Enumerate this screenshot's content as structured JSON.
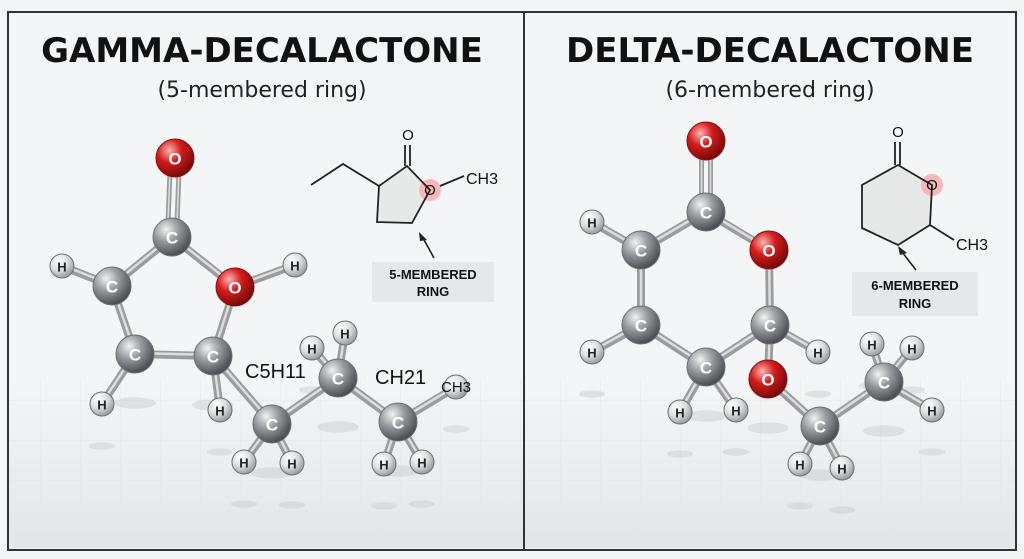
{
  "left_panel": {
    "title": "GAMMA-DECALACTONE",
    "subtitle": "(5-membered ring)",
    "formula_chain_label_1": "C5H11",
    "formula_chain_label_2": "CH21",
    "formula_chain_label_3": "CH3",
    "skeletal": {
      "oxygen_top": "O",
      "oxygen_ring": "O",
      "methyl": "CH3"
    },
    "callout": {
      "line1": "5-MEMBERED",
      "line2": "RING"
    }
  },
  "right_panel": {
    "title": "DELTA-DECALACTONE",
    "subtitle": "(6-membered ring)",
    "skeletal": {
      "oxygen_top": "O",
      "oxygen_ring": "O",
      "methyl": "CH3"
    },
    "callout": {
      "line1": "6-MEMBERED",
      "line2": "RING"
    }
  },
  "atoms": {
    "carbon": "C",
    "oxygen": "O",
    "hydrogen": "H"
  },
  "colors": {
    "carbon": "#8a8c90",
    "oxygen": "#d41c1c",
    "hydrogen": "#dcdde0",
    "bond": "#9a9ca0",
    "panel_border": "#333333",
    "callout_bg": "#e6e7e9",
    "ring_highlight": "#f6b8b8"
  }
}
